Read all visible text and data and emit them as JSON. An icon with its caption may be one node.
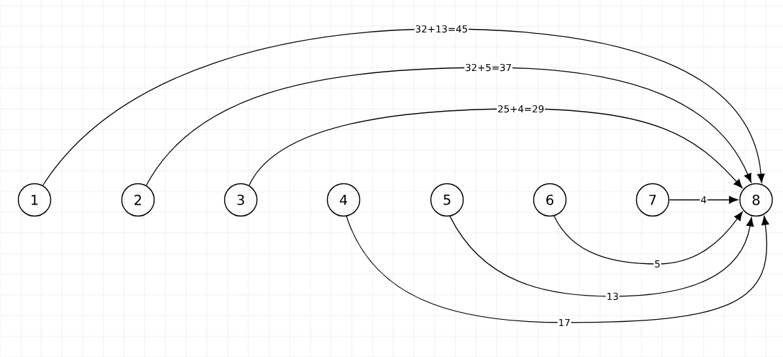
{
  "diagram": {
    "nodes": [
      {
        "text": [
          "1"
        ]
      },
      {
        "text": [
          "2"
        ]
      },
      {
        "text": [
          "3"
        ]
      },
      {
        "text": [
          "4"
        ]
      },
      {
        "text": [
          "5"
        ]
      },
      {
        "text": [
          "6"
        ]
      },
      {
        "text": [
          "7"
        ]
      },
      {
        "text": [
          "8"
        ]
      }
    ],
    "edges": [
      {
        "from": 0,
        "to": 7,
        "arrow": "to",
        "label": "32+13=45"
      },
      {
        "from": 1,
        "to": 7,
        "arrow": "to",
        "label": "32+5=37"
      },
      {
        "from": 2,
        "to": 7,
        "arrow": "to",
        "label": "25+4=29"
      },
      {
        "from": 6,
        "to": 7,
        "arrow": "to",
        "label": "4"
      },
      {
        "from": 5,
        "to": 7,
        "arrow": "to",
        "label": "5"
      },
      {
        "from": 4,
        "to": 7,
        "arrow": "to",
        "label": "13"
      },
      {
        "from": 3,
        "to": 7,
        "arrow": "to",
        "label": "17"
      }
    ]
  }
}
